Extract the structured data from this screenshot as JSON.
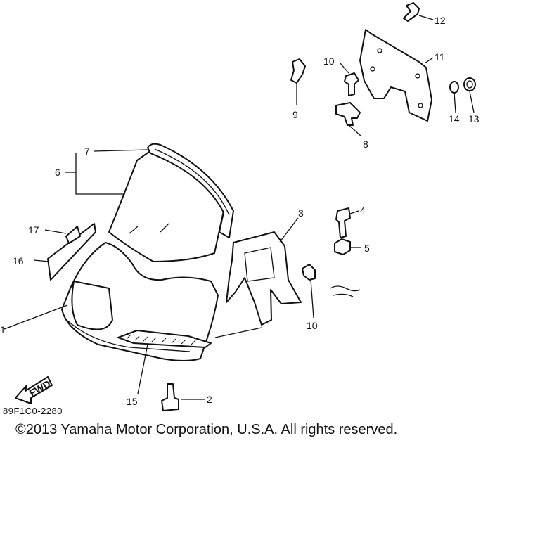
{
  "diagram": {
    "callouts": [
      "1",
      "2",
      "3",
      "4",
      "5",
      "6",
      "7",
      "8",
      "9",
      "10",
      "10",
      "11",
      "12",
      "13",
      "14",
      "15",
      "16",
      "17"
    ],
    "fwd_label": "FWD",
    "drawing_code": "89F1C0-2280",
    "copyright": "©2013 Yamaha Motor Corporation, U.S.A. All rights reserved."
  }
}
